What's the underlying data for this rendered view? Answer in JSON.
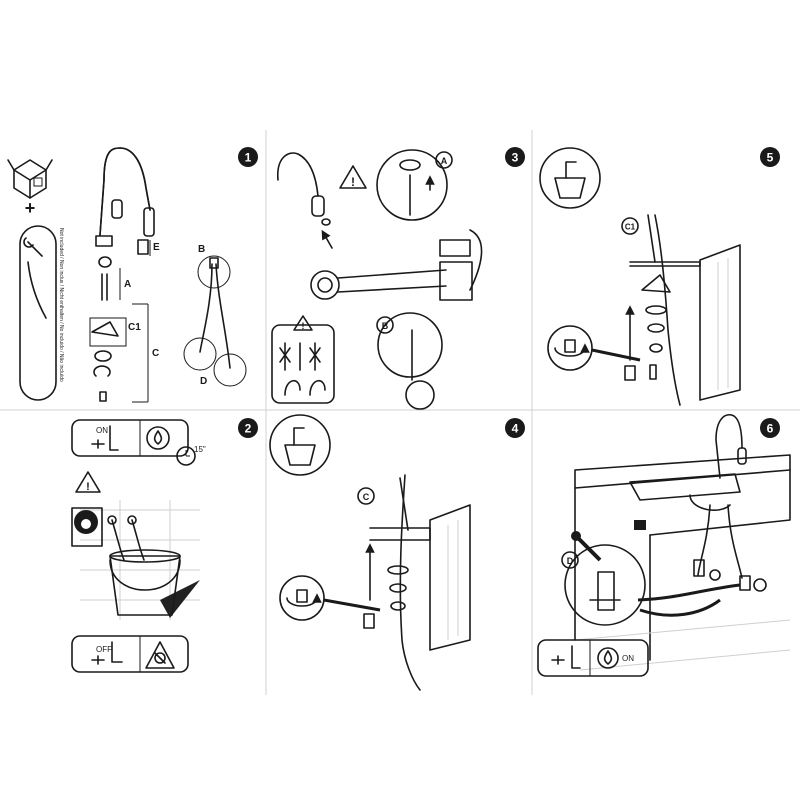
{
  "steps": [
    {
      "number": "1",
      "part_labels": [
        "E",
        "A",
        "C1",
        "C",
        "B",
        "D"
      ]
    },
    {
      "number": "2",
      "valve_on": "ON",
      "valve_off": "OFF",
      "timer": "15\""
    },
    {
      "number": "3",
      "callouts": [
        "A",
        "B"
      ]
    },
    {
      "number": "4",
      "callout": "C"
    },
    {
      "number": "5",
      "callout": "C1"
    },
    {
      "number": "6",
      "callout": "D",
      "valve_on": "ON"
    }
  ],
  "not_included_text": "Not included / Non inclus / Nicht enthalten / No incluido / Não incluído",
  "icons": [
    "box-icon",
    "wrench-icon",
    "warning-icon",
    "water-drop-icon",
    "no-water-icon",
    "bucket-icon"
  ],
  "colors": {
    "line": "#1a1a1a",
    "divider": "#d0d0d0",
    "badge": "#1a1a1a"
  }
}
